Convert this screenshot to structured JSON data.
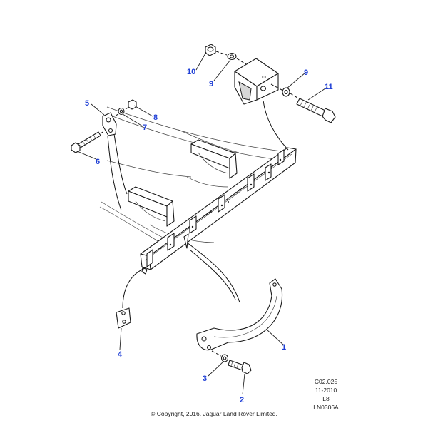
{
  "diagram": {
    "callouts": [
      {
        "id": "1",
        "label": "1"
      },
      {
        "id": "2",
        "label": "2"
      },
      {
        "id": "3",
        "label": "3"
      },
      {
        "id": "4",
        "label": "4"
      },
      {
        "id": "5",
        "label": "5"
      },
      {
        "id": "6",
        "label": "6"
      },
      {
        "id": "7",
        "label": "7"
      },
      {
        "id": "8",
        "label": "8"
      },
      {
        "id": "9a",
        "label": "9"
      },
      {
        "id": "9b",
        "label": "9"
      },
      {
        "id": "10",
        "label": "10"
      },
      {
        "id": "11",
        "label": "11"
      }
    ],
    "info": {
      "code": "C02.025",
      "date": "11-2010",
      "line3": "L8",
      "ref": "LN0306A"
    },
    "copyright": "© Copyright, 2016. Jaguar Land Rover Limited.",
    "colors": {
      "callout": "#1f3fd6",
      "line": "#1a1a1a"
    }
  }
}
